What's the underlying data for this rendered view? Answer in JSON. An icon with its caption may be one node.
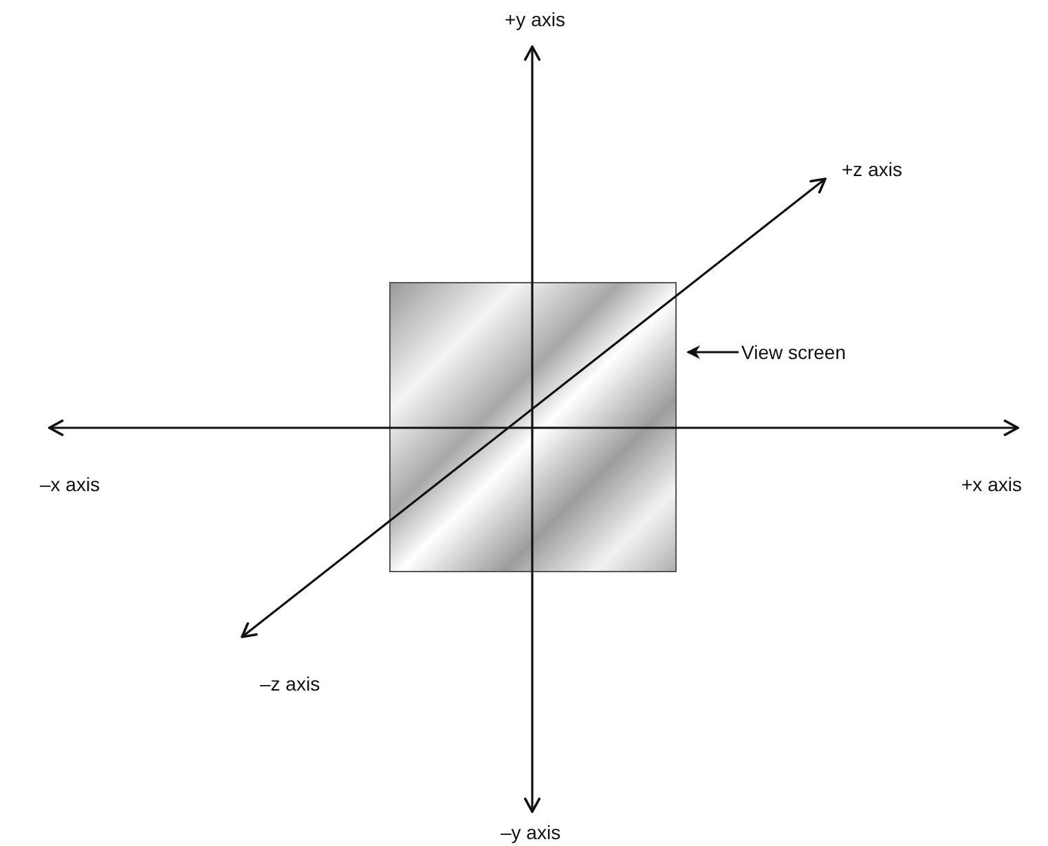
{
  "diagram": {
    "nodes": [
      {
        "text": [],
        "shape": "box"
      },
      {
        "text": [
          "View screen"
        ]
      }
    ],
    "edges": [
      {
        "from": 1,
        "to": 0,
        "arrow": "to"
      }
    ],
    "labels": [
      "+y axis",
      "+z axis",
      "–x axis",
      "+x axis",
      "–z axis",
      "–y axis"
    ]
  }
}
